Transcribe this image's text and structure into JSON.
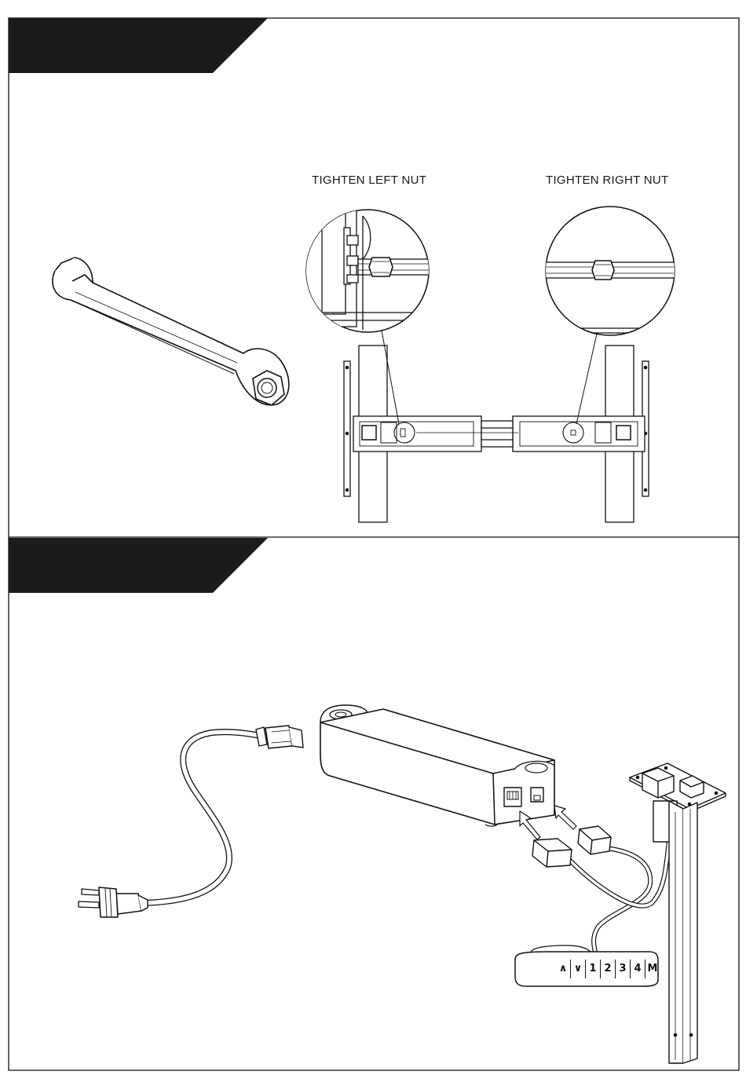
{
  "step_top": {
    "left_label": "TIGHTEN LEFT NUT",
    "right_label": "TIGHTEN RIGHT NUT"
  },
  "step_bottom": {
    "handset_keys": [
      {
        "symbol": "∧",
        "icon": "up-arrow-icon"
      },
      {
        "symbol": "∨",
        "icon": "down-arrow-icon"
      },
      {
        "symbol": "1",
        "icon": "preset-1"
      },
      {
        "symbol": "2",
        "icon": "preset-2"
      },
      {
        "symbol": "3",
        "icon": "preset-3"
      },
      {
        "symbol": "4",
        "icon": "preset-4"
      },
      {
        "symbol": "M",
        "icon": "memory-key"
      }
    ]
  },
  "colors": {
    "line": "#111111",
    "header_band": "#1c1a1b",
    "background": "#ffffff"
  }
}
